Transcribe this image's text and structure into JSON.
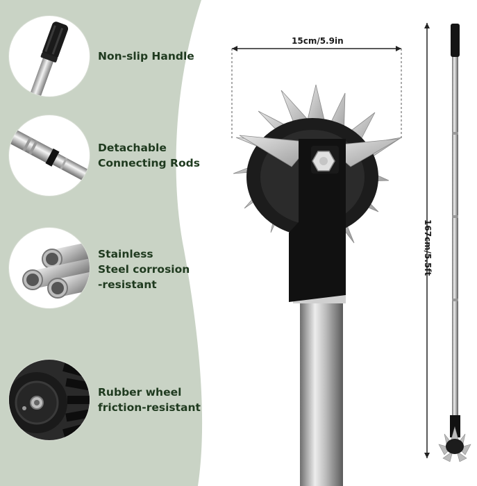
{
  "colors": {
    "panel_background": "#c9d3c5",
    "label_text": "#1f3a1f",
    "steel": "#c8c8c8",
    "black": "#111111"
  },
  "features": [
    {
      "icon": "handle-grip-icon",
      "label": "Non-slip Handle"
    },
    {
      "icon": "connecting-rod-icon",
      "label": "Detachable\nConnecting Rods"
    },
    {
      "icon": "steel-tubes-icon",
      "label": "Stainless\nSteel corrosion\n-resistant"
    },
    {
      "icon": "rubber-wheel-icon",
      "label": "Rubber wheel\nfriction-resistant"
    }
  ],
  "dimensions": {
    "width_label": "15cm/5.9in",
    "length_label": "167cm/5.5ft"
  }
}
